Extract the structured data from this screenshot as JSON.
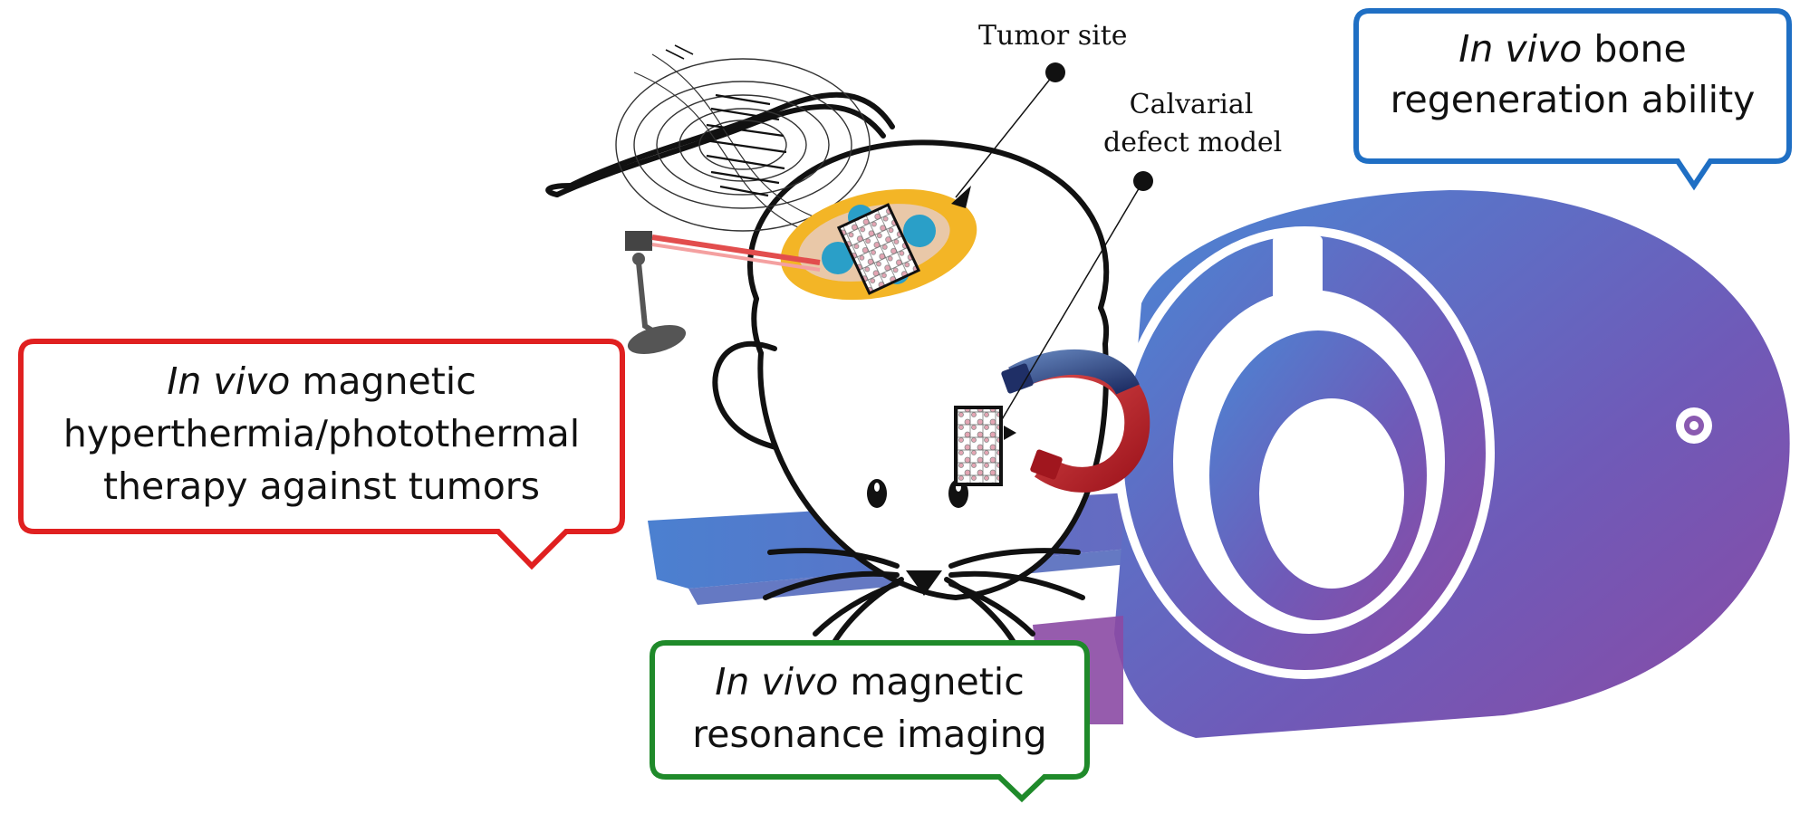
{
  "labels": {
    "tumor_site": "Tumor site",
    "calvarial_line1": "Calvarial",
    "calvarial_line2": "defect model"
  },
  "callouts": {
    "bone": {
      "italic": "In vivo",
      "rest1": " bone",
      "line2": "regeneration ability",
      "color": "#1f6fc4"
    },
    "hyperthermia": {
      "italic": "In vivo",
      "rest1": " magnetic",
      "line2": "hyperthermia/photothermal",
      "line3": "therapy against tumors",
      "color": "#e02020"
    },
    "mri": {
      "italic": "In vivo",
      "rest1": " magnetic",
      "line2": "resonance imaging",
      "color": "#1f8a2a"
    }
  },
  "icons": [
    "mri-scanner-icon",
    "mouse-icon",
    "laser-pointer-icon",
    "horseshoe-magnet-icon",
    "magnetic-coil-icon",
    "scaffold-implant-icon"
  ],
  "colors": {
    "scanner_gradient_start": "#4a7fd0",
    "scanner_gradient_end": "#8a4aa6",
    "tumor": "#f3b526"
  }
}
